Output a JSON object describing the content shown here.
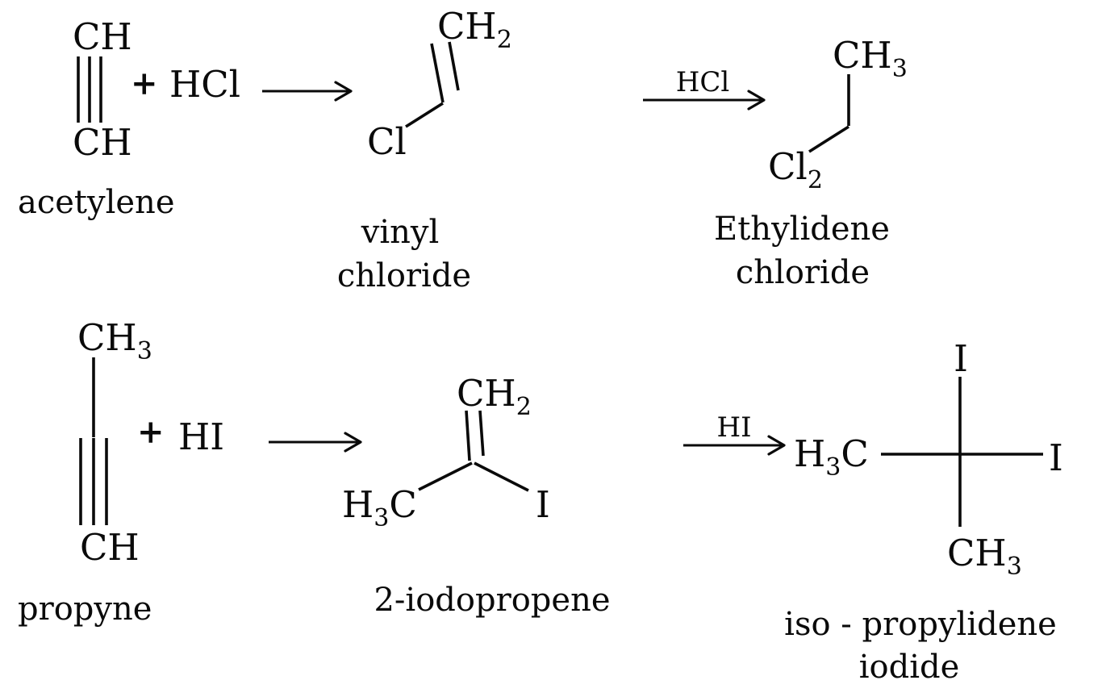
{
  "reaction1": {
    "reactant": {
      "top_group": "CH",
      "bottom_group": "CH",
      "name": "acetylene"
    },
    "plus_sign": "+",
    "reagent": "HCl",
    "arrow2_reagent": "HCl",
    "intermediate": {
      "vinylic_group": "CH",
      "vinylic_sub": "2",
      "halogen": "Cl",
      "name_line1": "vinyl",
      "name_line2": "chloride"
    },
    "product": {
      "methyl_group": "CH",
      "methyl_sub": "3",
      "halogen": "Cl",
      "halogen_sub": "2",
      "name_line1": "Ethylidene",
      "name_line2": "chloride"
    }
  },
  "reaction2": {
    "reactant": {
      "methyl_group": "CH",
      "methyl_sub": "3",
      "bottom_group": "CH",
      "name": "propyne"
    },
    "plus_sign": "+",
    "reagent": "HI",
    "arrow2_reagent": "HI",
    "intermediate": {
      "vinylic_group": "CH",
      "vinylic_sub": "2",
      "methyl_h": "H",
      "methyl_h_sub": "3",
      "methyl_c": "C",
      "halogen": "I",
      "name": "2-iodopropene"
    },
    "product": {
      "methyl_h": "H",
      "methyl_h_sub": "3",
      "methyl_c": "C",
      "halogen_top": "I",
      "halogen_right": "I",
      "methyl_bottom": "CH",
      "methyl_bottom_sub": "3",
      "name_line1": "iso - propylidene",
      "name_line2": "iodide"
    }
  }
}
